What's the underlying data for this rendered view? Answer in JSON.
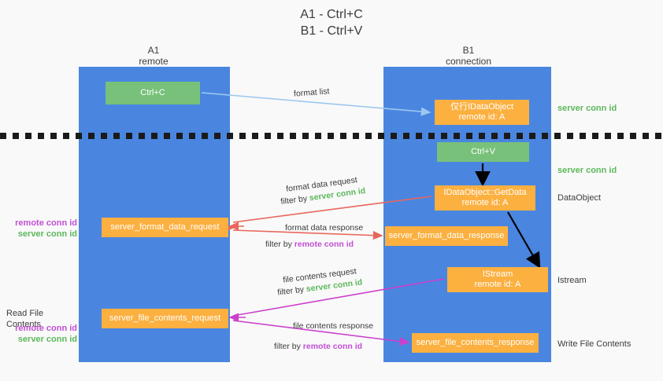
{
  "title": {
    "line1": "A1 - Ctrl+C",
    "line2": "B1 - Ctrl+V"
  },
  "columns": {
    "left": {
      "name": "A1",
      "role": "remote"
    },
    "right": {
      "name": "B1",
      "role": "connection"
    }
  },
  "nodes": {
    "ctrl_c": {
      "label": "Ctrl+C",
      "color": "#78c17a"
    },
    "idataobject": {
      "line1": "仅行IDataObject",
      "line2": "remote id: A",
      "color": "#fbb040"
    },
    "ctrl_v": {
      "label": "Ctrl+V",
      "color": "#78c17a"
    },
    "getdata": {
      "line1": "IDataObject::GetData",
      "line2": "remote id: A",
      "color": "#fbb040"
    },
    "server_format_data_request": {
      "label": "server_format_data_request",
      "color": "#fbb040"
    },
    "server_format_data_response": {
      "label": "server_format_data_response",
      "color": "#fbb040"
    },
    "istream": {
      "line1": "IStream",
      "line2": "remote id: A",
      "color": "#fbb040"
    },
    "server_file_contents_request": {
      "label": "server_file_contents_request",
      "color": "#fbb040"
    },
    "server_file_contents_response": {
      "label": "server_file_contents_response",
      "color": "#fbb040"
    }
  },
  "edge_labels": {
    "format_list": "format list",
    "format_data_request": "format data request",
    "format_data_request_filter_prefix": "filter by ",
    "format_data_request_filter_key": "server conn id",
    "format_data_response": "format data response",
    "format_data_response_filter_prefix": "filter by ",
    "format_data_response_filter_key": "remote conn id",
    "file_contents_request": "file contents request",
    "file_contents_request_filter_prefix": "filter by ",
    "file_contents_request_filter_key": "server conn id",
    "file_contents_response": "file contents response",
    "file_contents_response_filter_prefix": "filter by ",
    "file_contents_response_filter_key": "remote conn id"
  },
  "right_annotations": {
    "server_conn_id_top": "server conn id",
    "server_conn_id_mid": "server conn id",
    "dataobject": "DataObject",
    "istream": "Istream",
    "write_file_contents": "Write File Contents"
  },
  "left_annotations": {
    "remote_conn_id_1": "remote conn id",
    "server_conn_id_1": "server conn id",
    "read_file_contents": "Read File Contents",
    "remote_conn_id_2": "remote conn id",
    "server_conn_id_2": "server conn id"
  },
  "colors": {
    "lane": "#4a86e0",
    "green_node": "#78c17a",
    "orange_node": "#fbb040",
    "server_conn_id": "#5cb85c",
    "remote_conn_id": "#c24fd4",
    "arrow_light_blue": "#9dc8ef",
    "arrow_red": "#e8665c",
    "arrow_magenta": "#cc3fcc",
    "arrow_black": "#000000",
    "background": "#f9f9f9"
  }
}
